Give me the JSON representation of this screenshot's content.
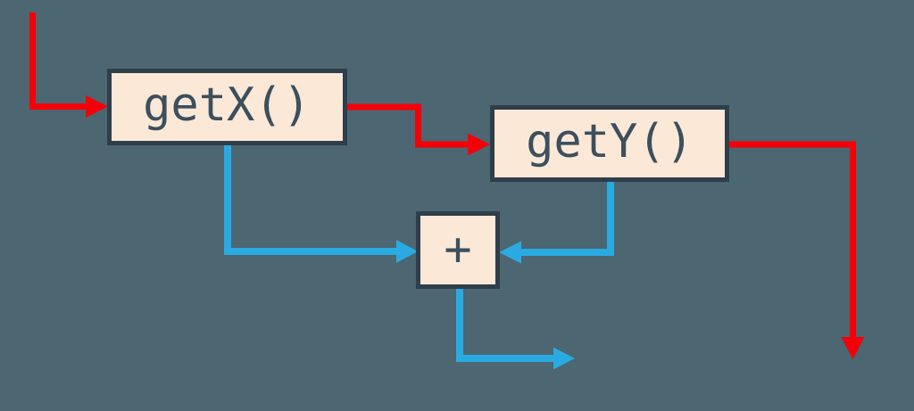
{
  "diagram": {
    "description": "function composition flow diagram",
    "background_color": "#4c6672",
    "colors": {
      "control_flow": "#f40008",
      "data_flow": "#29abe2",
      "box_fill": "#fce8d7",
      "box_border": "#2e3e4a",
      "text": "#3c4f5d"
    },
    "nodes": [
      {
        "id": "getx",
        "label": "getX()"
      },
      {
        "id": "gety",
        "label": "getY()"
      },
      {
        "id": "plus",
        "label": "+"
      }
    ],
    "edges": [
      {
        "from": "start",
        "to": "getX()",
        "color": "red",
        "kind": "control-flow"
      },
      {
        "from": "getX()",
        "to": "getY()",
        "color": "red",
        "kind": "control-flow"
      },
      {
        "from": "getY()",
        "to": "exit",
        "color": "red",
        "kind": "control-flow"
      },
      {
        "from": "getX()",
        "to": "+",
        "color": "blue",
        "kind": "data-flow"
      },
      {
        "from": "getY()",
        "to": "+",
        "color": "blue",
        "kind": "data-flow"
      },
      {
        "from": "+",
        "to": "result",
        "color": "blue",
        "kind": "data-flow"
      }
    ]
  }
}
